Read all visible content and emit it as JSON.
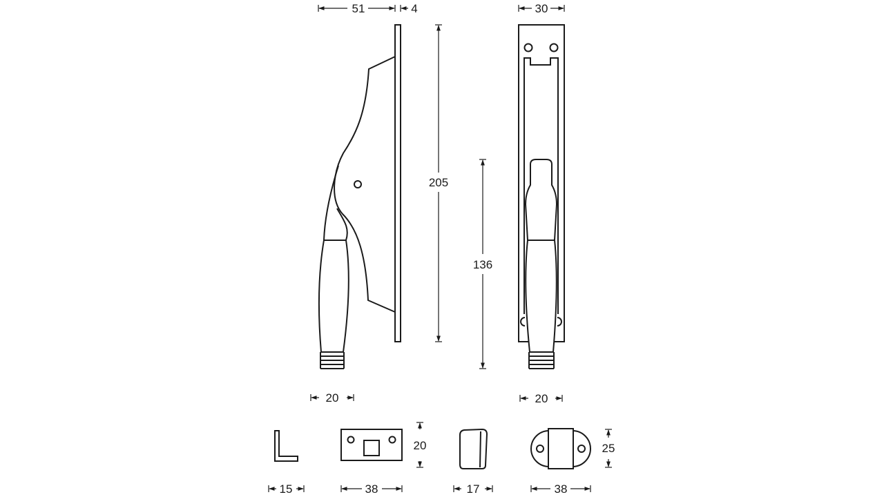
{
  "dimensions": {
    "side_width": "51",
    "plate_thickness": "4",
    "front_width": "30",
    "overall_height": "205",
    "lever_length": "136",
    "side_grip_width": "20",
    "front_grip_width": "20",
    "bracket_width": "15",
    "keeper_width": "38",
    "keeper_height": "20",
    "stop_width": "17",
    "oval_keeper_width": "38",
    "oval_keeper_height": "25"
  }
}
